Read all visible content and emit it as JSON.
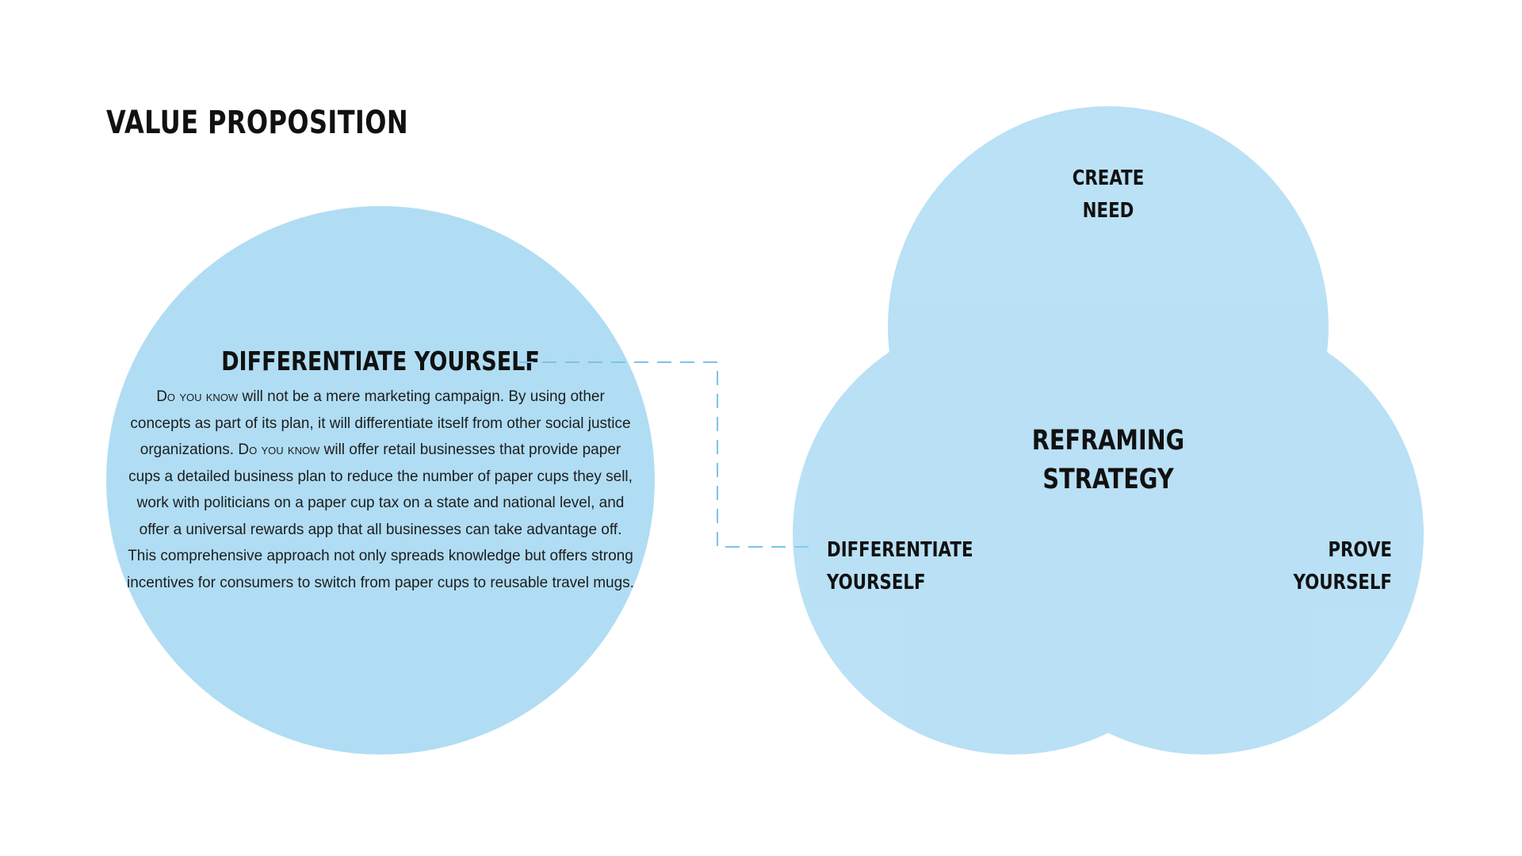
{
  "title": "VALUE PROPOSITION",
  "detail": {
    "heading": "DIFFERENTIATE YOURSELF",
    "brand": "Do you know",
    "text_1": " will not be a mere marketing campaign. By using other concepts as part of its plan, it will differentiate itself from other social justice organizations. ",
    "text_2": " will offer retail businesses that provide paper cups a detailed business plan to reduce the number of paper cups they sell, work with politicians on a paper cup tax on a state and national level, and offer a universal rewards app that all businesses can take advantage off. This comprehensive approach not only spreads knowledge but offers strong incentives for consumers to switch from paper cups to reusable travel mugs."
  },
  "venn": {
    "top": {
      "line1": "CREATE",
      "line2": "NEED"
    },
    "left": {
      "line1": "DIFFERENTIATE",
      "line2": "YOURSELF"
    },
    "right": {
      "line1": "PROVE",
      "line2": "YOURSELF"
    },
    "center": {
      "line1": "REFRAMING",
      "line2": "STRATEGY"
    }
  },
  "colors": {
    "circle_fill": "#b0ddf3",
    "venn_fill": "#8ccdef",
    "connector": "#7cc3ec",
    "text": "#111111"
  }
}
